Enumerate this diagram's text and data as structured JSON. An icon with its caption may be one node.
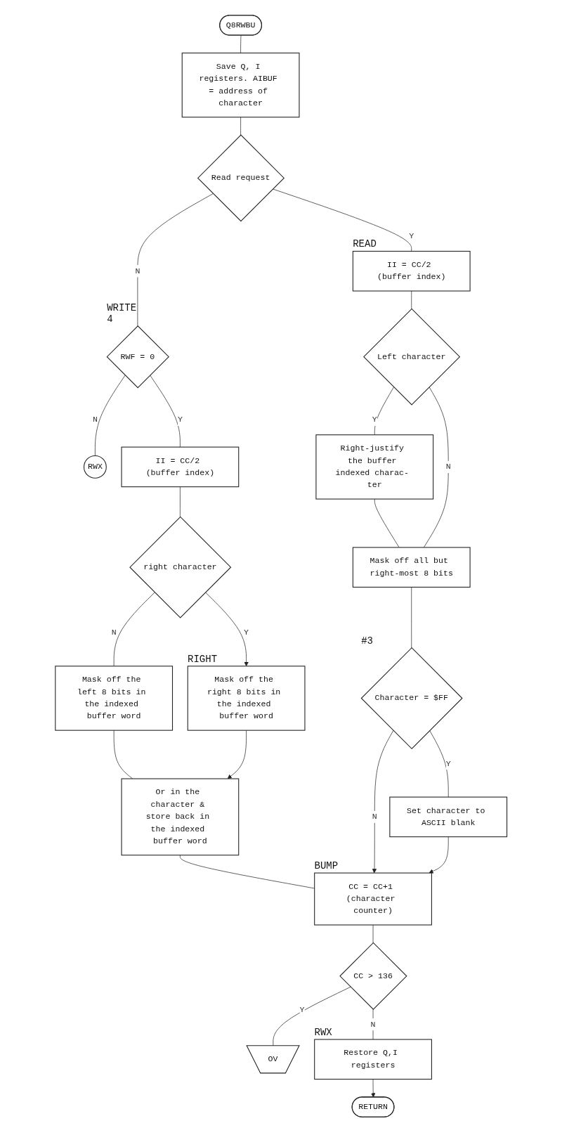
{
  "diagram": {
    "nodes": [
      {
        "text": [
          "Q8RWBU"
        ]
      },
      {
        "text": [
          "Save Q, I registers. AIBUF = address of character"
        ]
      },
      {
        "text": [
          "Read request"
        ]
      },
      {
        "text": [
          "II = CC/2 (buffer index)"
        ],
        "beside": [
          "READ"
        ]
      },
      {
        "text": [
          "Left character"
        ]
      },
      {
        "text": [
          "Right-justify the buffer indexed charac- ter"
        ]
      },
      {
        "text": [
          "Mask off all but right-most 8 bits"
        ]
      },
      {
        "text": [
          "Character = $FF"
        ],
        "beside": [
          "#3"
        ]
      },
      {
        "text": [
          "Set character to ASCII blank"
        ]
      },
      {
        "text": [
          "RWF = 0"
        ],
        "beside": [
          "WRITE",
          "4"
        ]
      },
      {
        "text": [
          "RWX"
        ]
      },
      {
        "text": [
          "II = CC/2 (buffer index)"
        ]
      },
      {
        "text": [
          "right character"
        ]
      },
      {
        "text": [
          "Mask off the left 8 bits in the indexed buffer word"
        ]
      },
      {
        "text": [
          "Mask off the right 8 bits in the indexed buffer word"
        ],
        "beside": [
          "RIGHT"
        ]
      },
      {
        "text": [
          "Or in the character & store back in the indexed buffer word"
        ]
      },
      {
        "text": [
          "CC = CC+1 (character counter)"
        ],
        "beside": [
          "BUMP"
        ]
      },
      {
        "text": [
          "CC > 136"
        ]
      },
      {
        "text": [
          "OV"
        ]
      },
      {
        "text": [
          "Restore Q,I registers"
        ],
        "beside": [
          "RWX"
        ]
      },
      {
        "text": [
          "RETURN"
        ]
      }
    ],
    "edges": [
      {
        "from": 0,
        "to": 1,
        "arrow": "none"
      },
      {
        "from": 1,
        "to": 2,
        "arrow": "none"
      },
      {
        "from": 2,
        "to": 9,
        "label": "N",
        "arrow": "none"
      },
      {
        "from": 2,
        "to": 3,
        "label": "Y",
        "arrow": "none"
      },
      {
        "from": 3,
        "to": 4,
        "arrow": "none"
      },
      {
        "from": 4,
        "to": 5,
        "label": "Y",
        "arrow": "none"
      },
      {
        "from": 4,
        "to": 6,
        "label": "N",
        "arrow": "none"
      },
      {
        "from": 5,
        "to": 6,
        "arrow": "none"
      },
      {
        "from": 6,
        "to": 7,
        "arrow": "none"
      },
      {
        "from": 7,
        "to": 16,
        "label": "N",
        "arrow": "to"
      },
      {
        "from": 7,
        "to": 8,
        "label": "Y",
        "arrow": "none"
      },
      {
        "from": 8,
        "to": 16,
        "arrow": "to"
      },
      {
        "from": 9,
        "to": 10,
        "label": "N",
        "arrow": "none"
      },
      {
        "from": 9,
        "to": 11,
        "label": "Y",
        "arrow": "none"
      },
      {
        "from": 11,
        "to": 12,
        "arrow": "none"
      },
      {
        "from": 12,
        "to": 13,
        "label": "N",
        "arrow": "none"
      },
      {
        "from": 12,
        "to": 14,
        "label": "Y",
        "arrow": "to"
      },
      {
        "from": 13,
        "to": 15,
        "arrow": "none"
      },
      {
        "from": 14,
        "to": 15,
        "arrow": "to"
      },
      {
        "from": 15,
        "to": 16,
        "arrow": "none"
      },
      {
        "from": 16,
        "to": 17,
        "arrow": "none"
      },
      {
        "from": 17,
        "to": 18,
        "label": "Y",
        "arrow": "none"
      },
      {
        "from": 17,
        "to": 19,
        "label": "N",
        "arrow": "none"
      },
      {
        "from": 19,
        "to": 20,
        "arrow": "to"
      }
    ]
  }
}
